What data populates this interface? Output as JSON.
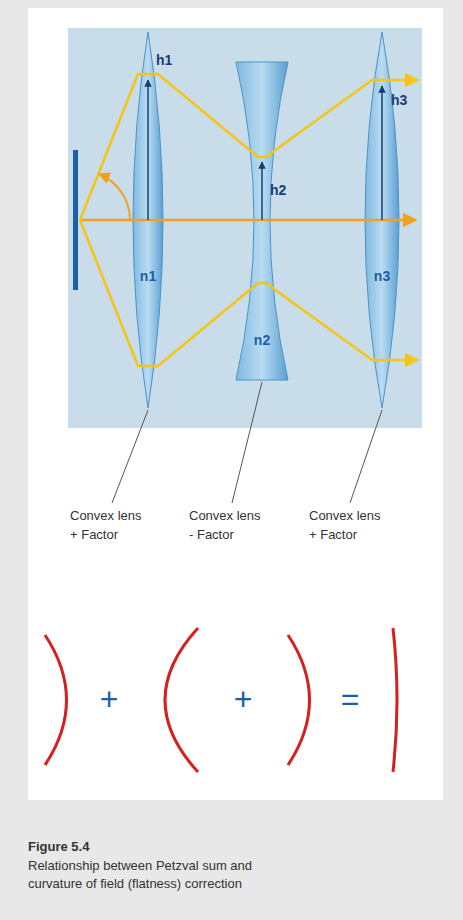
{
  "diagram": {
    "title": "Figure 5.4",
    "caption": "Relationship between Petzval sum and curvature of field (flatness) correction",
    "labels": [
      "h1",
      "h2",
      "h3",
      "n1",
      "n2",
      "n3",
      "Convex lens",
      "+ Factor",
      "Convex lens",
      "- Factor",
      "Convex lens",
      "+ Factor",
      "+",
      "+",
      "="
    ]
  }
}
